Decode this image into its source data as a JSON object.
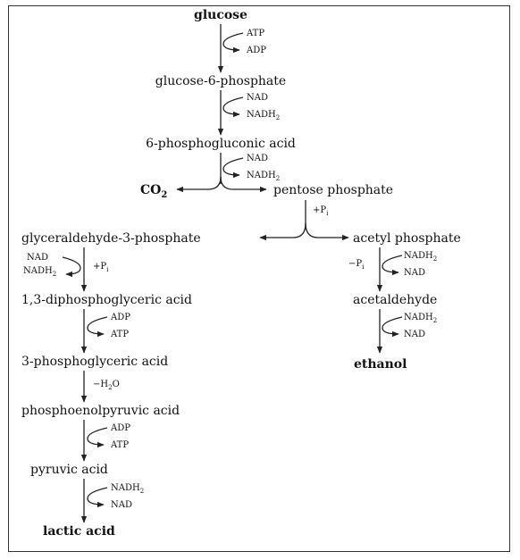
{
  "nodes": {
    "glucose": "glucose",
    "g6p": "glucose-6-phosphate",
    "pga6": "6-phosphogluconic acid",
    "co2": "CO",
    "co2_sub": "2",
    "pentose": "pentose phosphate",
    "g3p": "glyceraldehyde-3-phosphate",
    "acetyl": "acetyl phosphate",
    "dpg": "1,3-diphosphoglyceric acid",
    "acetaldehyde": "acetaldehyde",
    "pga3": "3-phosphoglyceric acid",
    "ethanol": "ethanol",
    "pep": "phosphoenolpyruvic acid",
    "pyruvic": "pyruvic acid",
    "lactic": "lactic acid"
  },
  "cofactors": {
    "s1_in": "ATP",
    "s1_out": "ADP",
    "s2_in": "NAD",
    "s2_out": "NADH",
    "s3_in": "NAD",
    "s3_out": "NADH",
    "pi_pentose": "+P",
    "s4_in": "NAD",
    "s4_out": "NADH",
    "s4_pi": "+P",
    "s5_in": "ADP",
    "s5_out": "ATP",
    "s6_dehyd": "−H",
    "s6_dehyd_tail": "O",
    "s7_in": "ADP",
    "s7_out": "ATP",
    "s8_in": "NADH",
    "s8_out": "NAD",
    "r1_pi": "−P",
    "r1_in": "NADH",
    "r1_out": "NAD",
    "r2_in": "NADH",
    "r2_out": "NAD",
    "sub_2": "2",
    "sub_i": "i"
  }
}
